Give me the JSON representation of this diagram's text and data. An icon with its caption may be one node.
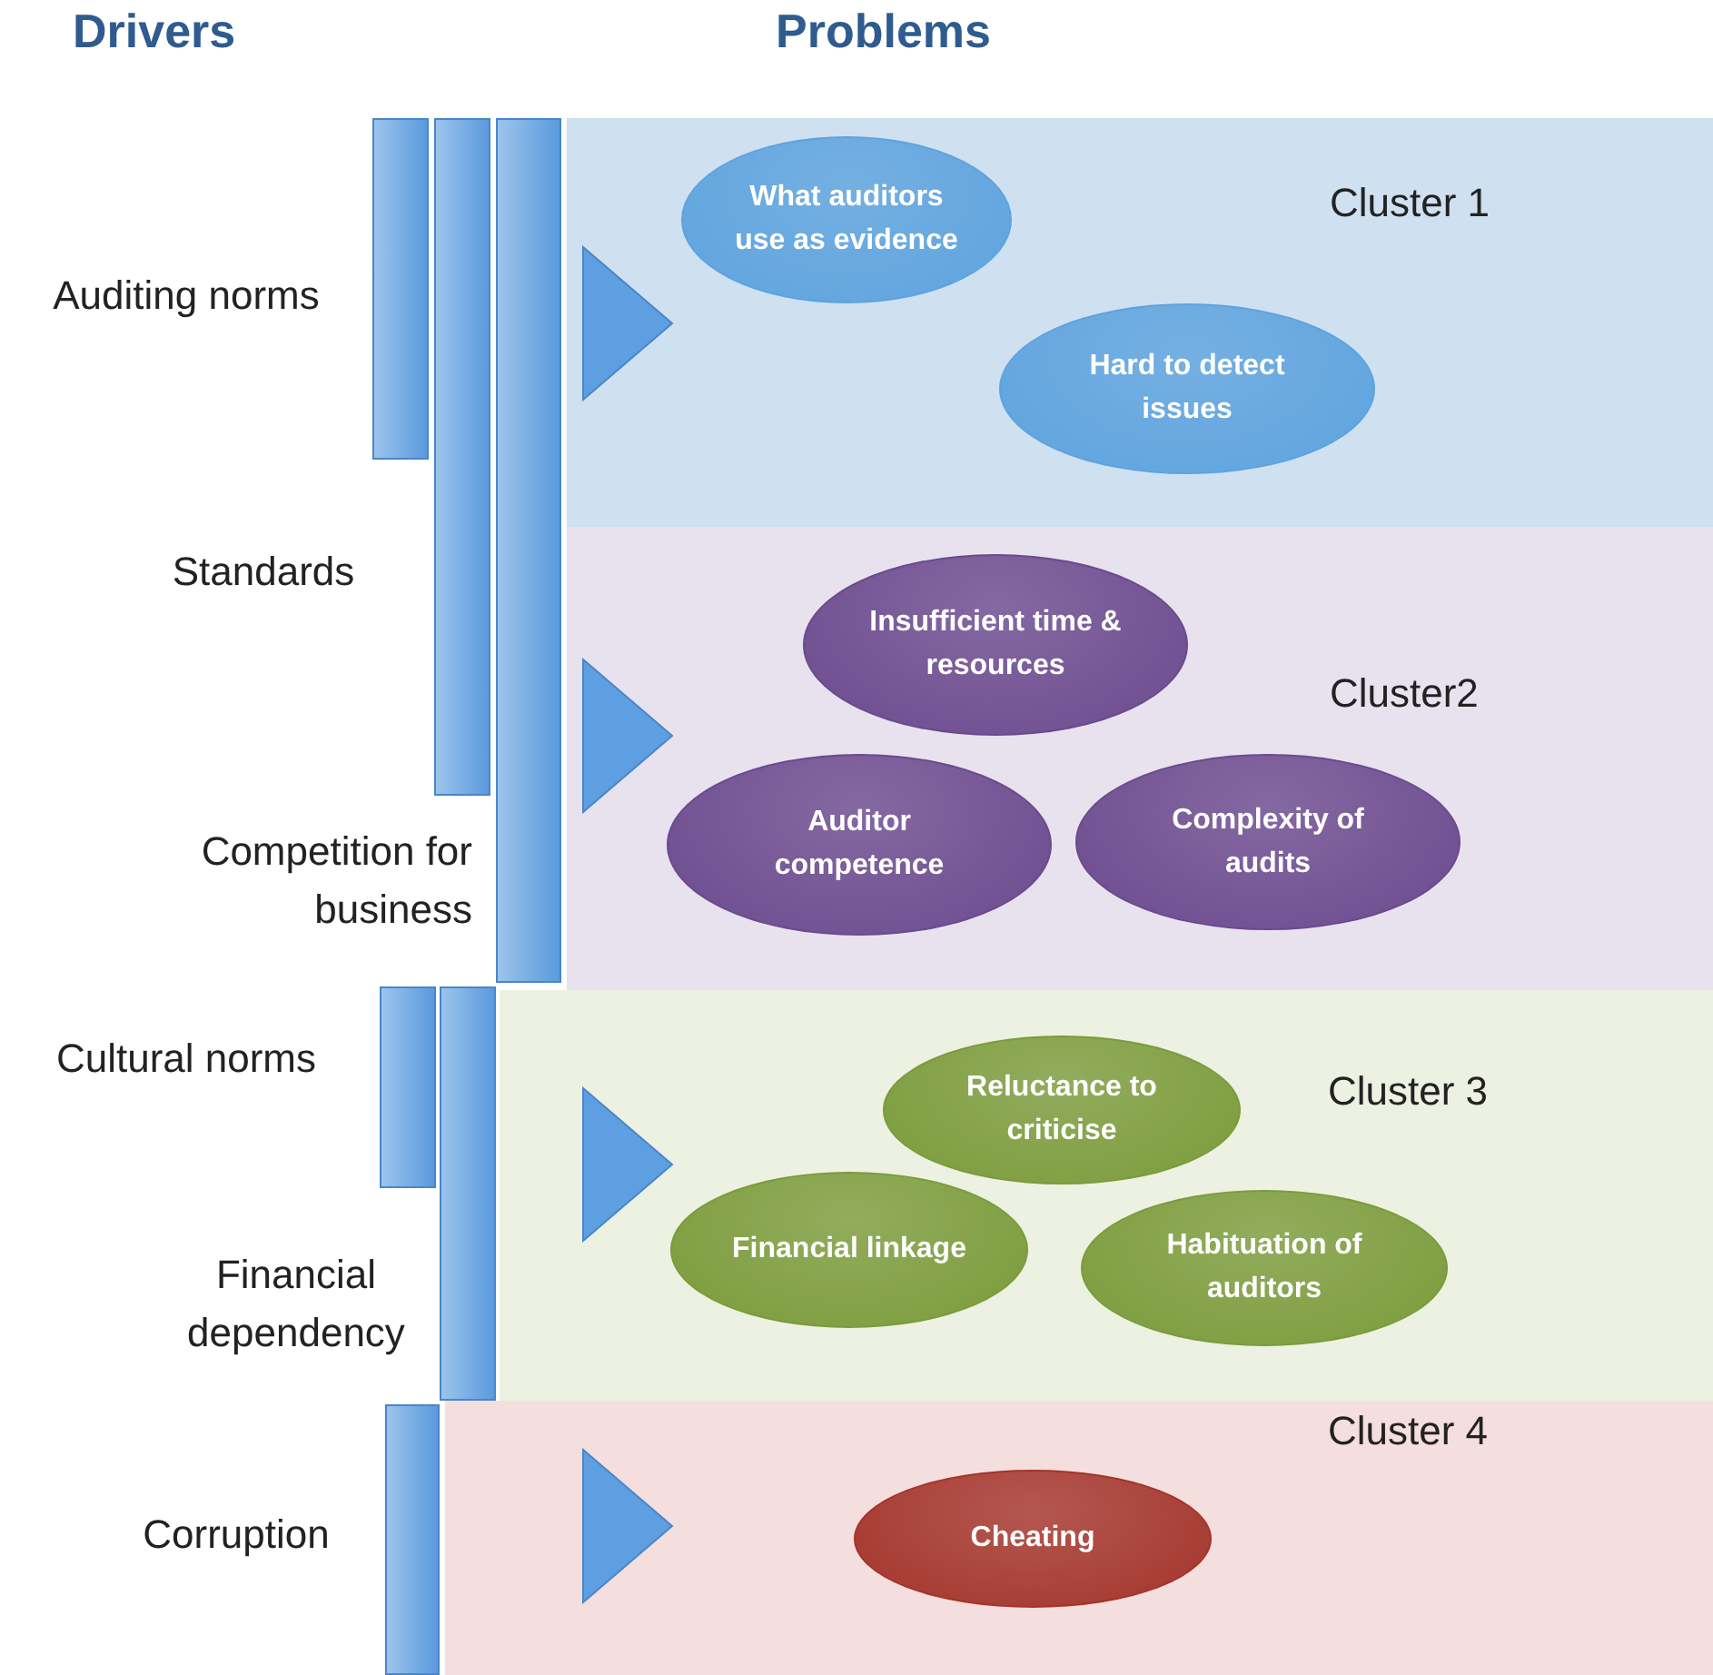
{
  "diagram": {
    "nodes": [
      {
        "text": [],
        "shape": "bar",
        "beside": [
          "Auditing norms"
        ]
      },
      {
        "text": [],
        "shape": "bar",
        "beside": [
          "Standards"
        ]
      },
      {
        "text": [],
        "shape": "bar",
        "beside": [
          "Competition for business"
        ]
      },
      {
        "text": [],
        "shape": "bar",
        "beside": [
          "Cultural norms"
        ]
      },
      {
        "text": [],
        "shape": "bar",
        "beside": [
          "Financial dependency"
        ]
      },
      {
        "text": [],
        "shape": "bar",
        "beside": [
          "Corruption"
        ]
      },
      {
        "text": [
          "Cluster 1"
        ]
      },
      {
        "text": [
          "What auditors use as evidence"
        ],
        "in": 6
      },
      {
        "text": [
          "Hard to detect issues"
        ],
        "in": 6
      },
      {
        "text": [
          "Cluster2"
        ]
      },
      {
        "text": [
          "Insufficient time & resources"
        ],
        "in": 9
      },
      {
        "text": [
          "Auditor competence"
        ],
        "in": 9
      },
      {
        "text": [
          "Complexity of audits"
        ],
        "in": 9
      },
      {
        "text": [
          "Cluster 3"
        ]
      },
      {
        "text": [
          "Reluctance to criticise"
        ],
        "in": 13
      },
      {
        "text": [
          "Financial linkage"
        ],
        "in": 13
      },
      {
        "text": [
          "Habituation of auditors"
        ],
        "in": 13
      },
      {
        "text": [
          "Cluster 4"
        ]
      },
      {
        "text": [
          "Cheating"
        ],
        "in": 17
      }
    ],
    "edges": [
      {
        "from": null,
        "to": 6,
        "arrow": "to"
      },
      {
        "from": null,
        "to": 9,
        "arrow": "to"
      },
      {
        "from": null,
        "to": 13,
        "arrow": "to"
      },
      {
        "from": null,
        "to": 17,
        "arrow": "to"
      }
    ],
    "labels": [
      "Drivers",
      "Problems"
    ]
  }
}
